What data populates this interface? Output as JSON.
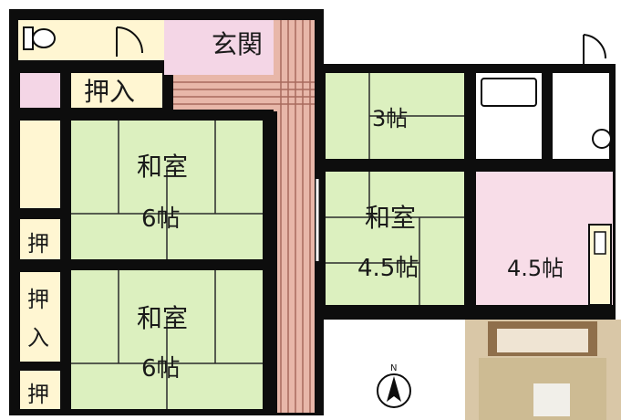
{
  "rooms": {
    "entrance": "玄関",
    "closet_top": "押入",
    "washitsu_a_name": "和室",
    "washitsu_a_size": "6帖",
    "washitsu_b_name": "和室",
    "washitsu_b_size": "6帖",
    "room_3": "3帖",
    "washitsu_c_name": "和室",
    "washitsu_c_size": "4.5帖",
    "room_45": "4.5帖",
    "closet_left_1": "押",
    "closet_left_2a": "押",
    "closet_left_2b": "入",
    "closet_left_3": "押"
  },
  "compass": {
    "label": "N"
  },
  "colors": {
    "wall": "#0d0d0d",
    "tatami": "#dcf0bf",
    "entrance": "#f4d6e6",
    "hall_floor": "#e8b7a9",
    "closet": "#fff6d2",
    "western": "#f8dde8",
    "wet": "#ffffff"
  }
}
